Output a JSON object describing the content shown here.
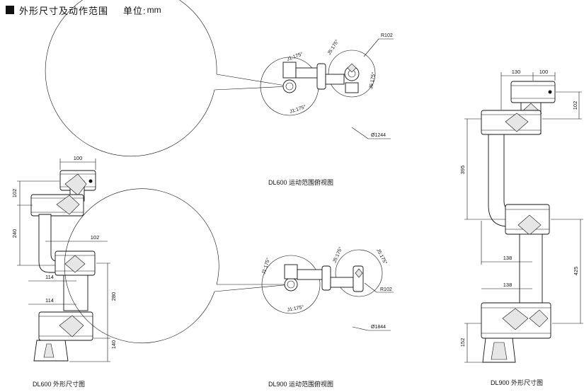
{
  "header": {
    "title": "外形尺寸及动作范围",
    "unit_label": "单位:",
    "unit_value": "mm"
  },
  "dl600_dims": {
    "caption": "DL600 外形尺寸图",
    "d100": "100",
    "d102_side": "102",
    "d240": "240",
    "d102_link": "102",
    "d114_a": "114",
    "d280": "280",
    "d114_b": "114",
    "d140": "140"
  },
  "dl600_range": {
    "caption": "DL600 运动范围俯视图",
    "r102": "R102",
    "j1_top": "J1:175°",
    "j5_top": "J5:175°",
    "j5_side": "J5:175°",
    "j1_bottom": "J1:175°",
    "diameter": "Ø1244"
  },
  "dl900_range": {
    "caption": "DL900 运动范围俯视图",
    "j1_top": "J1:175°",
    "j5_a": "J5:175°",
    "j5_b": "J5:175°",
    "r102": "R102",
    "j1_bottom": "J1:175°",
    "diameter": "Ø1844"
  },
  "dl900_dims": {
    "caption": "DL900 外形尺寸图",
    "d130": "130",
    "d100": "100",
    "d102": "102",
    "d395": "395",
    "d138_a": "138",
    "d425": "425",
    "d138_b": "138",
    "d152": "152"
  }
}
